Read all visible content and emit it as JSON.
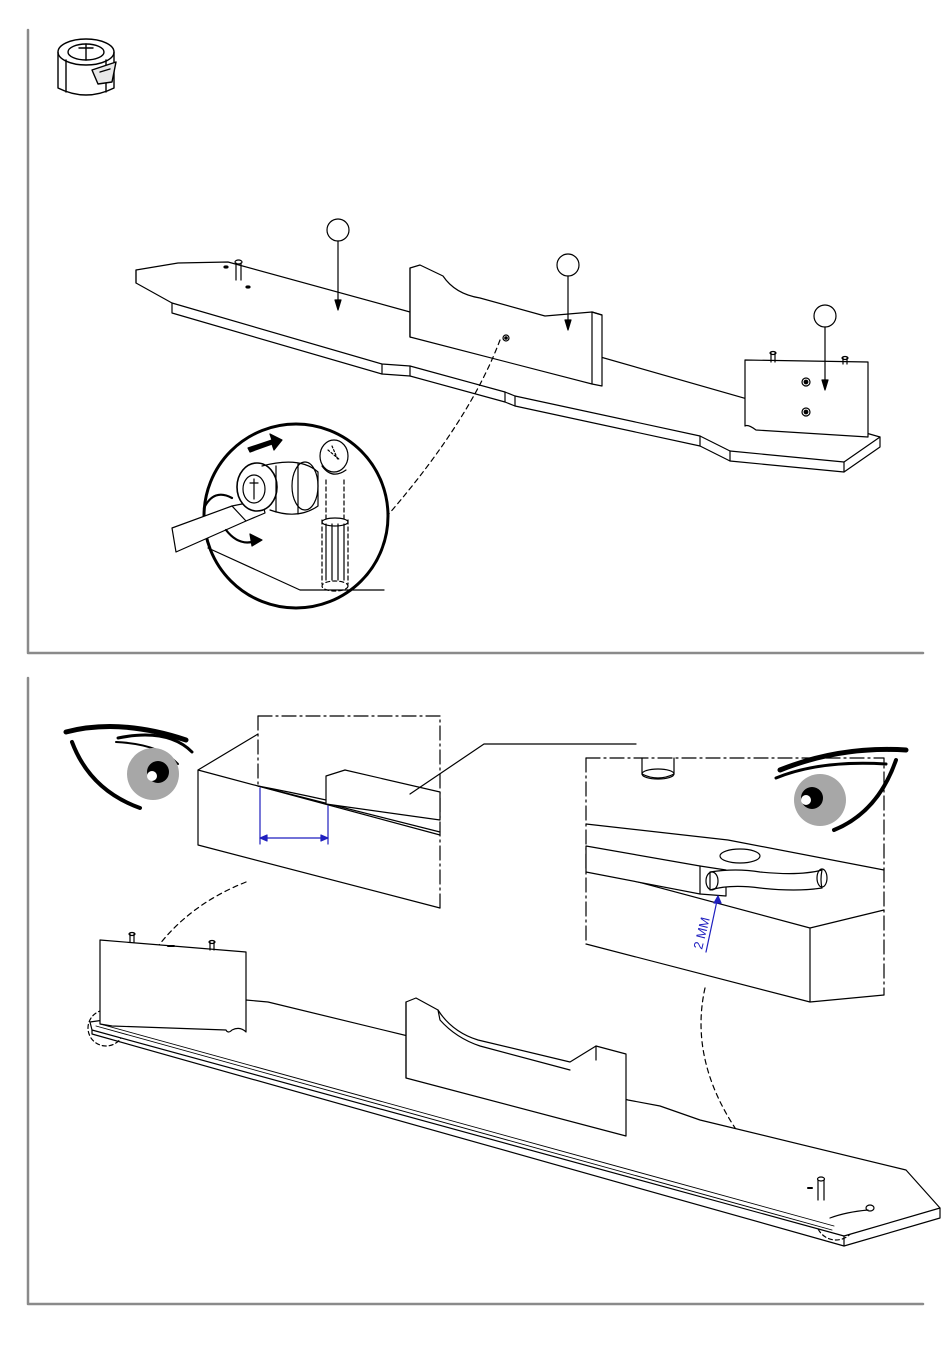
{
  "page": {
    "panels": [
      {
        "step": "cam-lock-installation",
        "tool_icon": "cam-lock-fitting-icon",
        "callouts": 3
      },
      {
        "step": "inspection-gap-check",
        "dimension_text": "2 MM",
        "dimension_color": "#1f1fbf"
      }
    ],
    "colors": {
      "line": "#000000",
      "frame": "#8a8a8a",
      "dimension": "#1f1fbf",
      "eye_iris": "#a7a7a7"
    }
  }
}
